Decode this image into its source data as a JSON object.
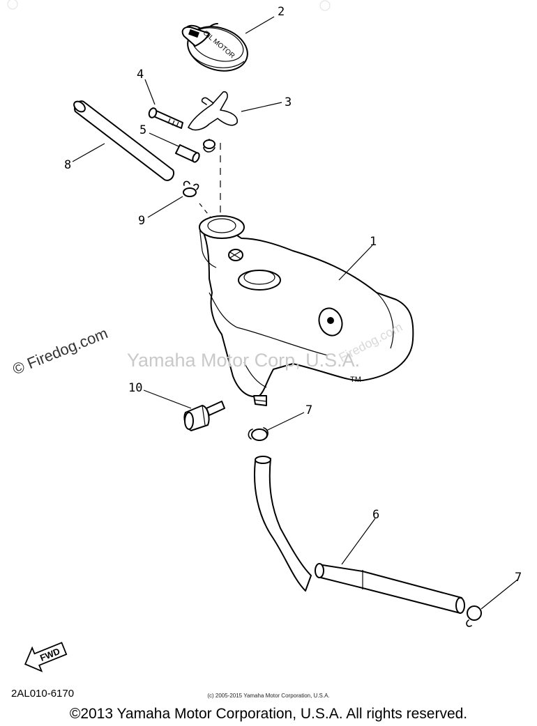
{
  "diagram": {
    "callouts": [
      "1",
      "2",
      "3",
      "4",
      "5",
      "6",
      "7",
      "7",
      "8",
      "9",
      "10"
    ],
    "cap_text": "OIL MOTOR",
    "tank_mark": "TM",
    "direction_label": "FWD",
    "diagram_code": "2AL010-6170",
    "small_copyright": "(c) 2005-2015 Yamaha Motor Corporation, U.S.A.",
    "footer_copyright": "©2013 Yamaha Motor Corporation, U.S.A. All rights reserved."
  },
  "watermarks": {
    "firedog": "© Firedog.com",
    "yamaha": "Yamaha Motor Corp, U.S.A.",
    "firedog_faint": "Firedog.com"
  }
}
